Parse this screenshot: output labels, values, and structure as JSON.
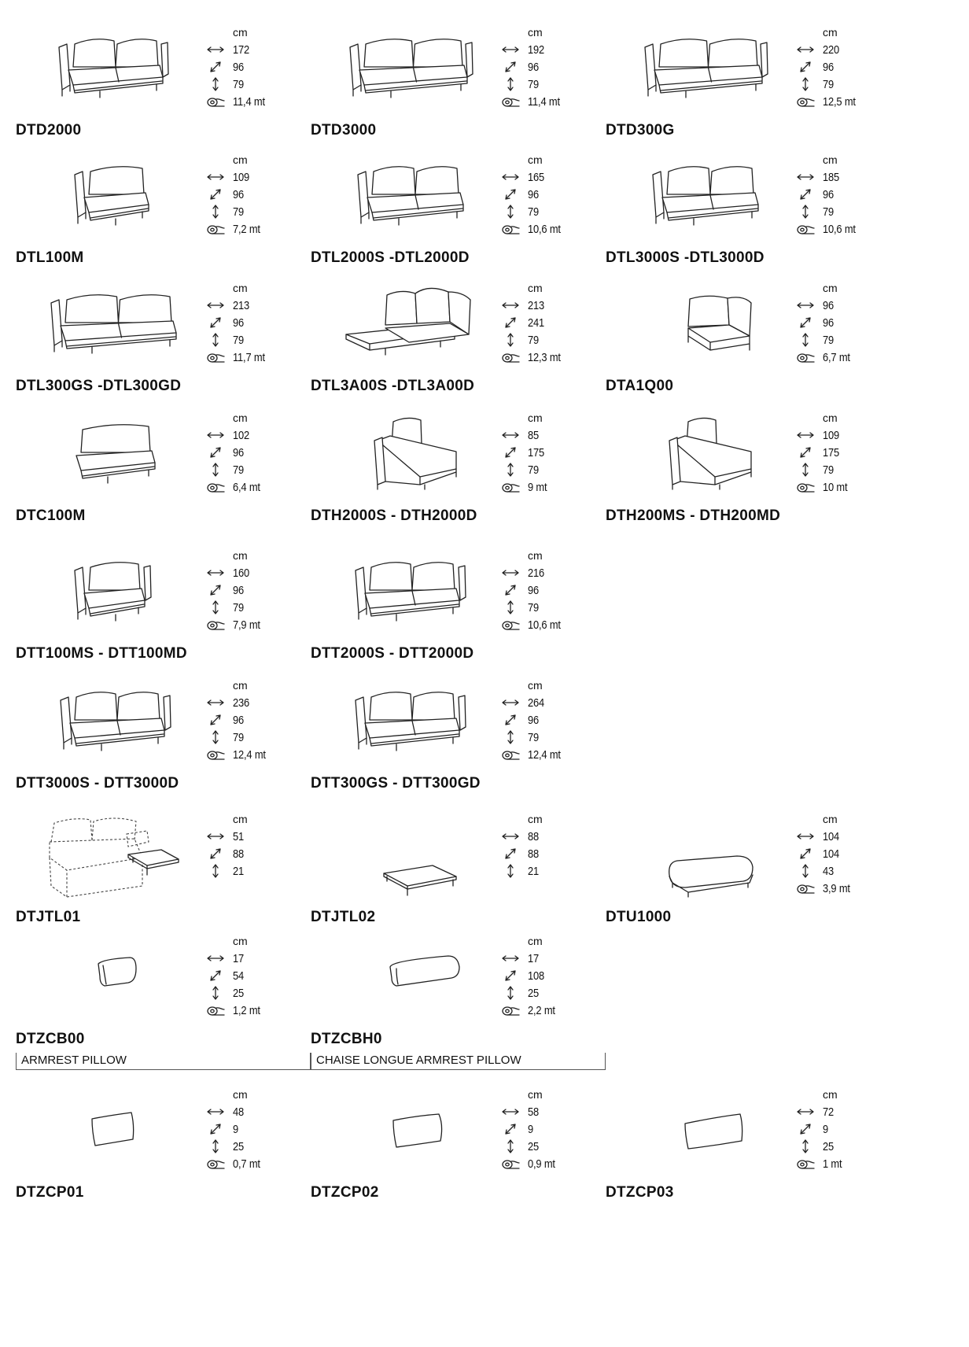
{
  "unit_label": "cm",
  "icons": {
    "width": "width-arrow-icon",
    "depth": "depth-arrow-icon",
    "height": "height-arrow-icon",
    "fabric": "fabric-roll-icon"
  },
  "items": [
    {
      "code": "DTD2000",
      "w": "172",
      "d": "96",
      "h": "79",
      "f": "11,4 mt",
      "shape": "sofa2"
    },
    {
      "code": "DTD3000",
      "w": "192",
      "d": "96",
      "h": "79",
      "f": "11,4 mt",
      "shape": "sofa2w"
    },
    {
      "code": "DTD300G",
      "w": "220",
      "d": "96",
      "h": "79",
      "f": "12,5 mt",
      "shape": "sofa2w"
    },
    {
      "code": "DTL100M",
      "w": "109",
      "d": "96",
      "h": "79",
      "f": "7,2 mt",
      "shape": "arm1"
    },
    {
      "code": "DTL2000S -DTL2000D",
      "w": "165",
      "d": "96",
      "h": "79",
      "f": "10,6 mt",
      "shape": "arm2"
    },
    {
      "code": "DTL3000S -DTL3000D",
      "w": "185",
      "d": "96",
      "h": "79",
      "f": "10,6 mt",
      "shape": "arm2"
    },
    {
      "code": "DTL300GS -DTL300GD",
      "w": "213",
      "d": "96",
      "h": "79",
      "f": "11,7 mt",
      "shape": "arm2w"
    },
    {
      "code": "DTL3A00S -DTL3A00D",
      "w": "213",
      "d": "241",
      "h": "79",
      "f": "12,3 mt",
      "shape": "corner2"
    },
    {
      "code": "DTA1Q00",
      "w": "96",
      "d": "96",
      "h": "79",
      "f": "6,7 mt",
      "shape": "corner1"
    },
    {
      "code": "DTC100M",
      "w": "102",
      "d": "96",
      "h": "79",
      "f": "6,4 mt",
      "shape": "center1"
    },
    {
      "code": "DTH2000S - DTH2000D",
      "w": "85",
      "d": "175",
      "h": "79",
      "f": "9 mt",
      "shape": "chaise"
    },
    {
      "code": "DTH200MS - DTH200MD",
      "w": "109",
      "d": "175",
      "h": "79",
      "f": "10 mt",
      "shape": "chaise"
    },
    {
      "code": "DTT100MS - DTT100MD",
      "w": "160",
      "d": "96",
      "h": "79",
      "f": "7,9 mt",
      "shape": "arm1t"
    },
    {
      "code": "DTT2000S - DTT2000D",
      "w": "216",
      "d": "96",
      "h": "79",
      "f": "10,6 mt",
      "shape": "arm2t"
    },
    {
      "code": "DTT3000S - DTT3000D",
      "w": "236",
      "d": "96",
      "h": "79",
      "f": "12,4 mt",
      "shape": "arm2t"
    },
    {
      "code": "DTT300GS - DTT300GD",
      "w": "264",
      "d": "96",
      "h": "79",
      "f": "12,4 mt",
      "shape": "arm2t"
    },
    {
      "code": "DTJTL01",
      "w": "51",
      "d": "88",
      "h": "21",
      "f": "",
      "shape": "sidetable"
    },
    {
      "code": "DTJTL02",
      "w": "88",
      "d": "88",
      "h": "21",
      "f": "",
      "shape": "table"
    },
    {
      "code": "DTU1000",
      "w": "104",
      "d": "104",
      "h": "43",
      "f": "3,9 mt",
      "shape": "pouf"
    },
    {
      "code": "DTZCB00",
      "desc": "ARMREST PILLOW",
      "w": "17",
      "d": "54",
      "h": "25",
      "f": "1,2 mt",
      "shape": "pillowS"
    },
    {
      "code": "DTZCBH0",
      "desc": "CHAISE LONGUE ARMREST PILLOW",
      "w": "17",
      "d": "108",
      "h": "25",
      "f": "2,2 mt",
      "shape": "pillowL"
    },
    {
      "code": "DTZCP01",
      "w": "48",
      "d": "9",
      "h": "25",
      "f": "0,7 mt",
      "shape": "cushion1"
    },
    {
      "code": "DTZCP02",
      "w": "58",
      "d": "9",
      "h": "25",
      "f": "0,9 mt",
      "shape": "cushion2"
    },
    {
      "code": "DTZCP03",
      "w": "72",
      "d": "9",
      "h": "25",
      "f": "1 mt",
      "shape": "cushion3"
    }
  ]
}
